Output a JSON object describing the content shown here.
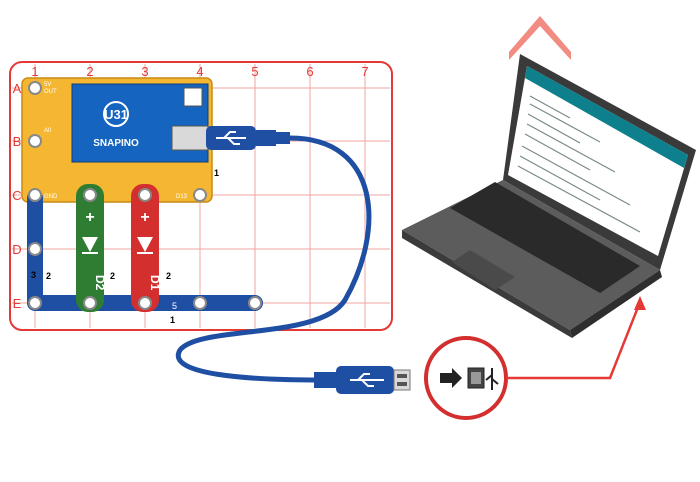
{
  "grid": {
    "columns": [
      "1",
      "2",
      "3",
      "4",
      "5",
      "6",
      "7"
    ],
    "rows": [
      "A",
      "B",
      "C",
      "D",
      "E"
    ]
  },
  "board": {
    "title": "U31",
    "name": "SNAPINO",
    "pins": {
      "a_top": "5V\nOUT",
      "b_left": "A0",
      "c_left": "GND",
      "c_right": "D13"
    },
    "level": "1"
  },
  "parts": {
    "d2": {
      "label": "D2",
      "plus": "+",
      "level": "2"
    },
    "d1": {
      "label": "D1",
      "plus": "+",
      "level": "2"
    },
    "wire_left": {
      "number": "3",
      "level": "2"
    },
    "wire_bottom": {
      "number": "5",
      "level": "1"
    }
  },
  "colors": {
    "grid_red": "#e53935",
    "board_yellow": "#f5b731",
    "chip_blue": "#1565c0",
    "wire_blue": "#1f4fa3",
    "d2_green": "#2e7d32",
    "d1_red": "#d32f2f",
    "arrow_pink": "#f28b82"
  },
  "icons": [
    "usb-icon",
    "arrow-up-icon",
    "arrow-right-icon",
    "usb-port-icon"
  ]
}
